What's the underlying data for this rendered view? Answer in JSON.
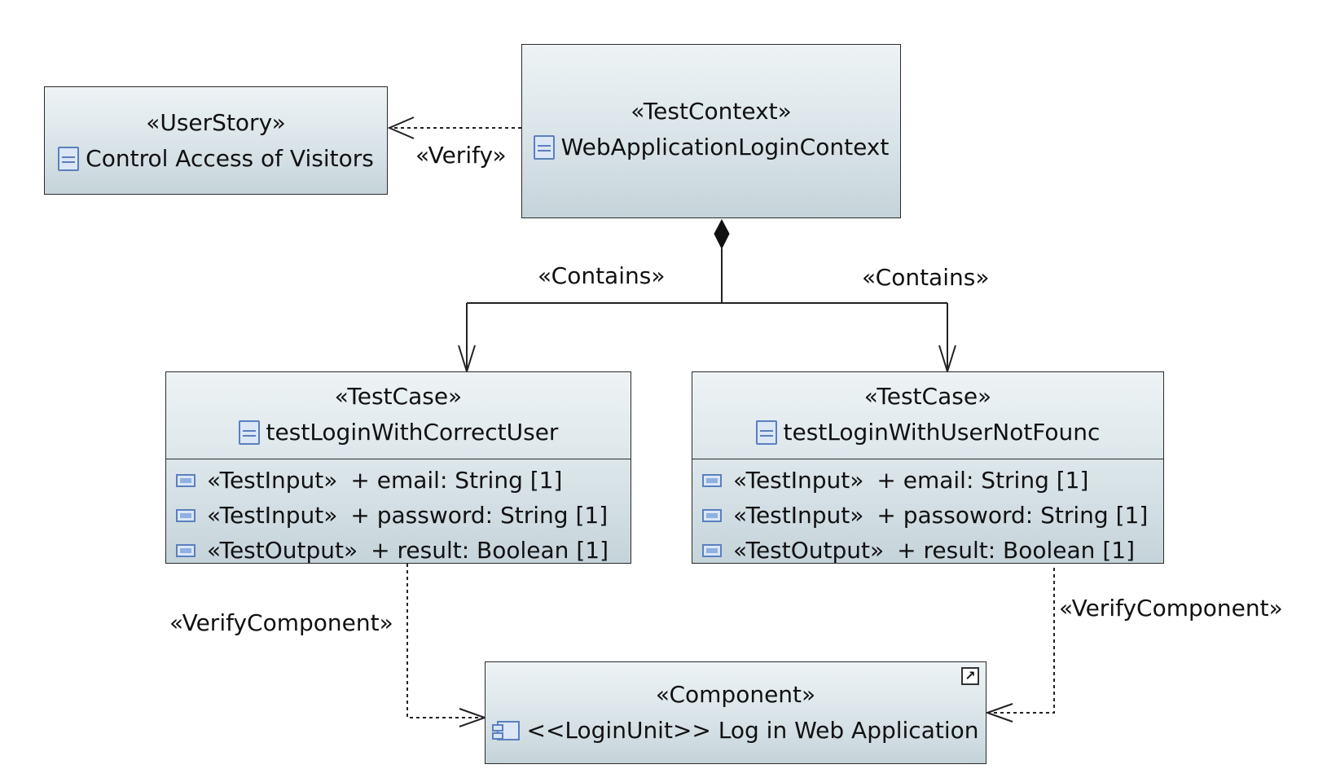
{
  "nodes": {
    "user_story": {
      "stereotype": "«UserStory»",
      "name": "Control Access of Visitors"
    },
    "test_context": {
      "stereotype": "«TestContext»",
      "name": "WebApplicationLoginContext"
    },
    "test_case_1": {
      "stereotype": "«TestCase»",
      "name": "testLoginWithCorrectUser",
      "attributes": [
        {
          "stereotype": "«TestInput»",
          "text": "+ email: String [1]"
        },
        {
          "stereotype": "«TestInput»",
          "text": "+ password: String [1]"
        },
        {
          "stereotype": "«TestOutput»",
          "text": "+ result: Boolean [1]"
        }
      ]
    },
    "test_case_2": {
      "stereotype": "«TestCase»",
      "name": "testLoginWithUserNotFounc",
      "attributes": [
        {
          "stereotype": "«TestInput»",
          "text": "+ email: String [1]"
        },
        {
          "stereotype": "«TestInput»",
          "text": "+ passoword: String [1]"
        },
        {
          "stereotype": "«TestOutput»",
          "text": "+ result: Boolean [1]"
        }
      ]
    },
    "component": {
      "stereotype": "«Component»",
      "name": "<<LoginUnit>> Log in Web Application",
      "corner_icon": "shortcut-arrow-icon"
    }
  },
  "edges": {
    "verify": {
      "label": "«Verify»"
    },
    "contains_left": {
      "label": "«Contains»"
    },
    "contains_right": {
      "label": "«Contains»"
    },
    "verify_component_left": {
      "label": "«VerifyComponent»"
    },
    "verify_component_right": {
      "label": "«VerifyComponent»"
    }
  },
  "icons": {
    "class": "class-icon",
    "property": "property-icon",
    "component": "component-icon"
  },
  "colors": {
    "node_fill_top": "#eef3f5",
    "node_fill_bottom": "#c5d4da",
    "border": "#2b2b2b",
    "icon_blue": "#5b7fbf"
  }
}
